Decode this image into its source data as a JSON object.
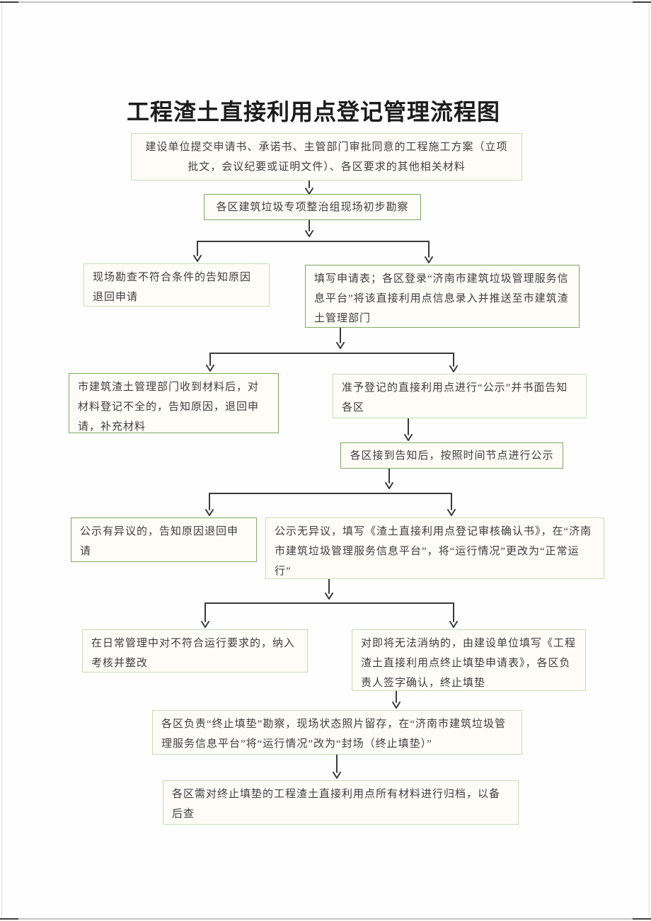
{
  "page": {
    "title": "工程渣土直接利用点登记管理流程图"
  },
  "colors": {
    "border_strong": "#7dab60",
    "border_light": "#cbdcb8",
    "box_bg": "#fdfcf6",
    "arrow": "#3a3a3a",
    "text": "#3f3f3f"
  },
  "nodes": [
    {
      "text": "建设单位提交申请书、承诺书、主管部门审批同意的工程施工方案（立项批文，会议纪要或证明文件）、各区要求的其他相关材料"
    },
    {
      "text": "各区建筑垃圾专项整治组现场初步勘察"
    },
    {
      "text": "现场勘查不符合条件的告知原因退回申请"
    },
    {
      "text": "填写申请表；各区登录“济南市建筑垃圾管理服务信息平台”将该直接利用点信息录入并推送至市建筑渣土管理部门"
    },
    {
      "text": "市建筑渣土管理部门收到材料后，对材料登记不全的，告知原因，退回申请，补充材料"
    },
    {
      "text": "准予登记的直接利用点进行“公示”并书面告知各区"
    },
    {
      "text": "各区接到告知后，按照时间节点进行公示"
    },
    {
      "text": "公示有异议的，告知原因退回申请"
    },
    {
      "text": "公示无异议，填写《渣土直接利用点登记审核确认书》，在“济南市建筑垃圾管理服务信息平台”，将“运行情况”更改为“正常运行”"
    },
    {
      "text": "在日常管理中对不符合运行要求的，纳入考核并整改"
    },
    {
      "text": "对即将无法消纳的，由建设单位填写《工程渣土直接利用点终止填垫申请表》，各区负责人签字确认，终止填垫"
    },
    {
      "text": "各区负责“终止填垫”勘察，现场状态照片留存，在“济南市建筑垃圾管理服务信息平台”将“运行情况”改为“封场（终止填垫）”"
    },
    {
      "text": "各区需对终止填垫的工程渣土直接利用点所有材料进行归档，以备后查"
    }
  ]
}
